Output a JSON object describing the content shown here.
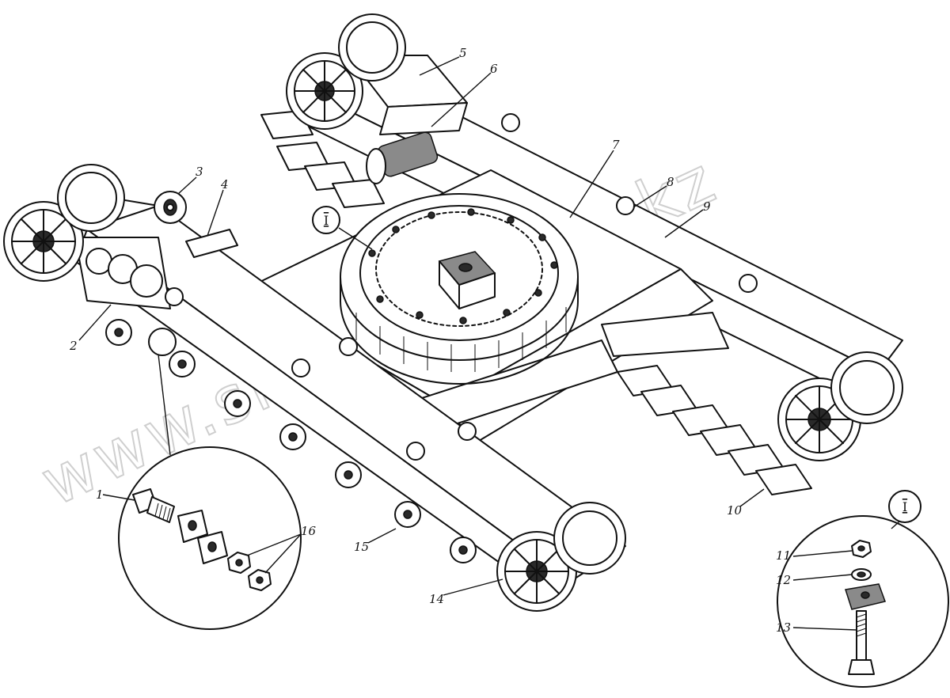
{
  "watermark": "www.sinoruan-too.kz",
  "callouts": {
    "c1": "1",
    "c2": "2",
    "c3": "3",
    "c4": "4",
    "c5": "5",
    "c6": "6",
    "c7": "7",
    "c8": "8",
    "c9": "9",
    "c10": "10",
    "c11": "11",
    "c12": "12",
    "c13": "13",
    "c14": "14",
    "c15": "15",
    "c16": "16"
  },
  "detail_marker": "I",
  "detail_marker_inset": "I",
  "colors": {
    "ink": "#111111",
    "background": "#ffffff",
    "watermark": "#cfcfcf"
  },
  "icons": [
    "sprocket-wheel",
    "track-roller",
    "slewing-ring",
    "bolt",
    "nut",
    "washer",
    "clamp-plate"
  ]
}
